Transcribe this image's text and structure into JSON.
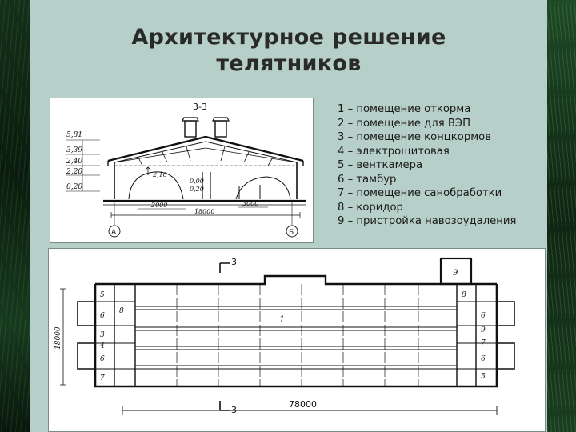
{
  "slide": {
    "title_line1": "Архитектурное решение",
    "title_line2": "телятников"
  },
  "legend": {
    "items": [
      "1 – помещение откорма",
      "2 – помещение для ВЭП",
      "3 – помещение концкормов",
      "4 – электрощитовая",
      "5 – венткамера",
      "6 – тамбур",
      "7 – помещение санобработки",
      "8 – коридор",
      "9 – пристройка навозоудаления"
    ]
  },
  "section_drawing": {
    "label": "3-3",
    "elevations": [
      "5,81",
      "3,39",
      "2,40",
      "2,20",
      "0,20"
    ],
    "inner_heights": [
      "2,10",
      "0,00",
      "0,20"
    ],
    "dims": [
      "2000",
      "18000",
      "3000"
    ],
    "axes": [
      "А",
      "Б"
    ]
  },
  "plan_drawing": {
    "cut_label": "3",
    "length_dim": "78000",
    "width_dim": "18000",
    "room_labels": {
      "main": "1",
      "annex": "9",
      "left": [
        "5",
        "6",
        "8",
        "3",
        "4",
        "6",
        "7"
      ],
      "right": [
        "8",
        "6",
        "9",
        "7",
        "6",
        "5"
      ]
    }
  }
}
